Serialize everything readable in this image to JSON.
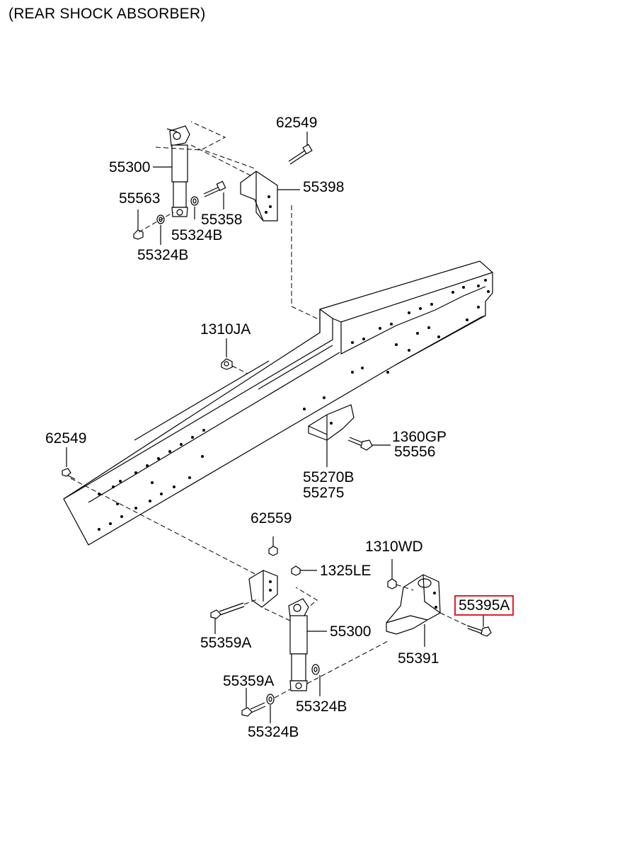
{
  "title": "(REAR SHOCK ABSORBER)",
  "labels": {
    "p62549_top": "62549",
    "p55300_top": "55300",
    "p55398": "55398",
    "p55563": "55563",
    "p55358": "55358",
    "p55324B_a": "55324B",
    "p55324B_b": "55324B",
    "p1310JA": "1310JA",
    "p62549_left": "62549",
    "p1360GP": "1360GP",
    "p55556": "55556",
    "p55270B": "55270B",
    "p55275": "55275",
    "p62559": "62559",
    "p1310WD": "1310WD",
    "p1325LE": "1325LE",
    "p55395A": "55395A",
    "p55359A_a": "55359A",
    "p55300_bottom": "55300",
    "p55391": "55391",
    "p55359A_b": "55359A",
    "p55324B_c": "55324B",
    "p55324B_d": "55324B"
  },
  "highlight": {
    "part": "55395A",
    "color": "#e0202a"
  }
}
